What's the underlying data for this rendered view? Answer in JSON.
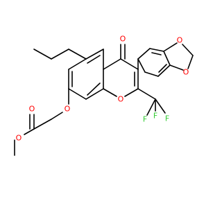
{
  "molecule": {
    "colors": {
      "bond": "#000000",
      "oxygen": "#ff0000",
      "fluorine": "#33cc33",
      "background": "#ffffff"
    },
    "atoms": {
      "o_ketone": "O",
      "o_ring_pyran": "O",
      "o_ether": "O",
      "o_carbonyl_ester": "O",
      "o_ester": "O",
      "o_dioxole_top": "O",
      "o_dioxole_bottom": "O",
      "f_top": "F",
      "f_left": "F",
      "f_right": "F"
    }
  }
}
